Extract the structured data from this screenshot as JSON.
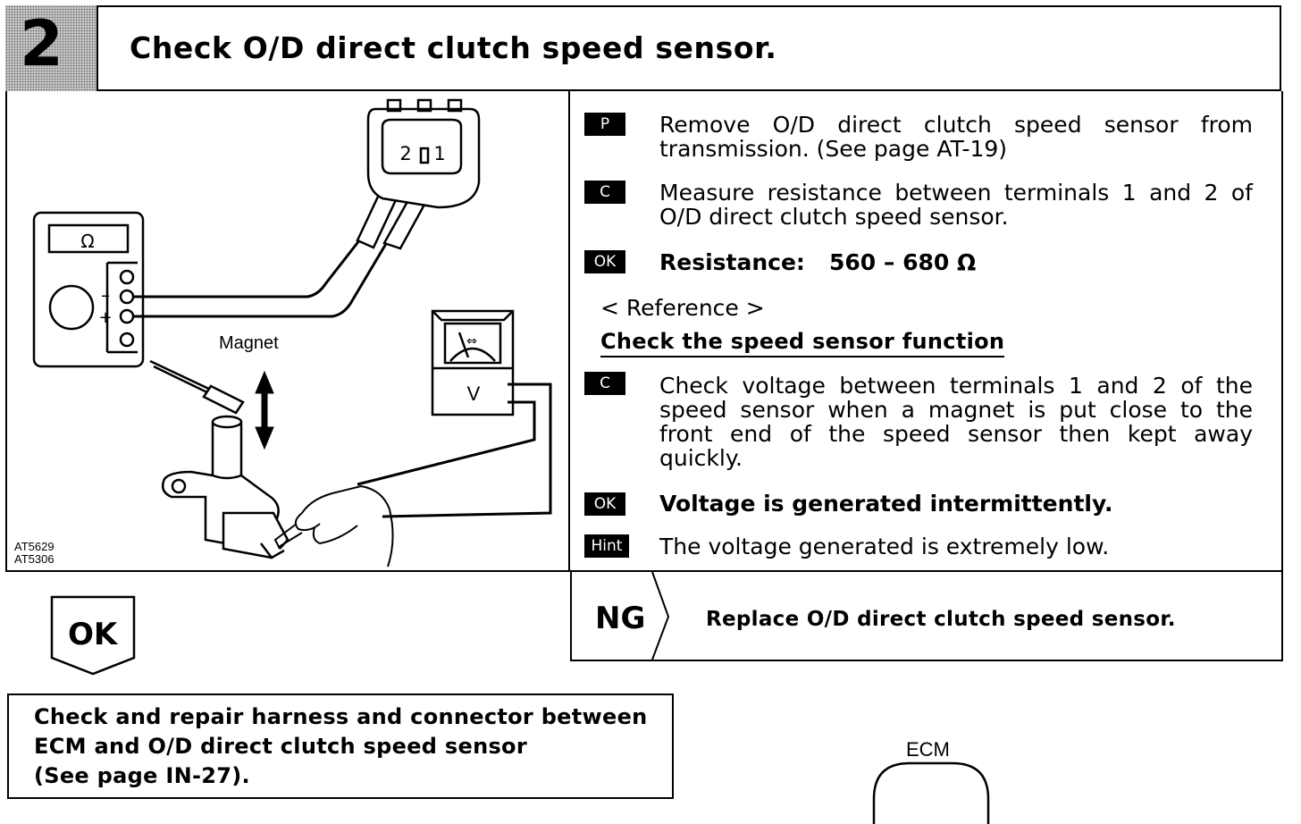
{
  "header": {
    "step_number": "2",
    "title": "Check O/D direct clutch speed sensor."
  },
  "figure": {
    "meter_symbol": "Ω",
    "minus_sign": "–",
    "plus_sign": "+",
    "voltmeter_label": "V",
    "magnet_label": "Magnet",
    "connector_pins": [
      "2",
      "1"
    ],
    "figure_codes": [
      "AT5629",
      "AT5306"
    ]
  },
  "steps": [
    {
      "badge": "P",
      "text": "Remove O/D direct clutch speed sensor from transmission. (See page AT-19)"
    },
    {
      "badge": "C",
      "text": "Measure resistance between terminals 1 and 2 of O/D direct clutch speed sensor."
    },
    {
      "badge": "OK",
      "label": "Resistance:",
      "value": "560 – 680 Ω"
    }
  ],
  "reference": {
    "line": "< Reference >",
    "subtitle": "Check the speed sensor function"
  },
  "steps2": [
    {
      "badge": "C",
      "text": "Check voltage between terminals 1 and 2 of the speed sensor when a magnet is put close to the front end of the speed sensor then kept away quickly."
    },
    {
      "badge": "OK",
      "text": "Voltage is generated intermittently."
    },
    {
      "badge": "Hint",
      "text": "The voltage generated is extremely low."
    }
  ],
  "ng": {
    "label": "NG",
    "text": "Replace O/D direct clutch speed sensor."
  },
  "ok": {
    "label": "OK"
  },
  "harness": {
    "lines": [
      "Check and repair harness and connector between",
      "ECM and O/D direct clutch speed sensor",
      "(See page IN-27)."
    ]
  },
  "ecm": {
    "label": "ECM"
  }
}
